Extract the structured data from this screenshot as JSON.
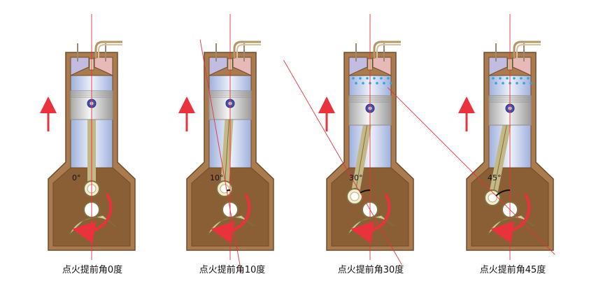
{
  "colors": {
    "block": "#a97b4f",
    "block_dark": "#6f4c2c",
    "cylinder": "#b9c6e6",
    "cylinder_light": "#e6ecf8",
    "piston": "#d2d2d2",
    "piston_dark": "#8e8e8e",
    "head_left": "#c2bde0",
    "head_right": "#e7b9b9",
    "rod": "#c5b887",
    "crank": "#d8cc9b",
    "red": "#e8323c",
    "flame": "#2aa7e0",
    "arc": "#111111"
  },
  "engines": [
    {
      "angle_label": "0°",
      "caption": "点火提前角0度",
      "angle_deg": 0,
      "flame": false
    },
    {
      "angle_label": "10°",
      "caption": "点火提前角10度",
      "angle_deg": 10,
      "flame": false
    },
    {
      "angle_label": "30°",
      "caption": "点火提前角30度",
      "angle_deg": 30,
      "flame": true
    },
    {
      "angle_label": "45°",
      "caption": "点火提前角45度",
      "angle_deg": 45,
      "flame": true
    }
  ]
}
